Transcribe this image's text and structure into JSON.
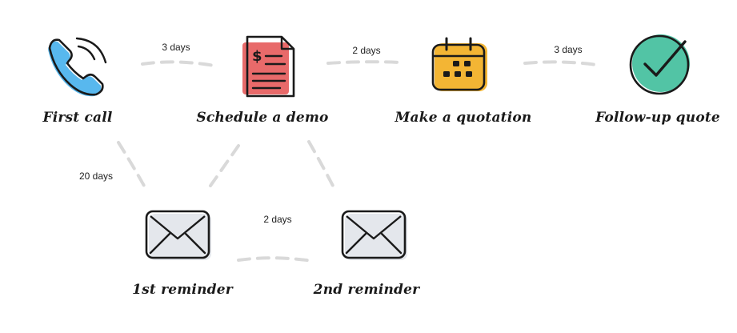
{
  "nodes": {
    "first_call": {
      "label": "First call",
      "icon": "phone-icon",
      "accent": "#58b8ee"
    },
    "schedule_demo": {
      "label": "Schedule a demo",
      "icon": "invoice-document-icon",
      "accent": "#e86a6a"
    },
    "make_quotation": {
      "label": "Make a quotation",
      "icon": "calendar-icon",
      "accent": "#f3b534"
    },
    "follow_up_quote": {
      "label": "Follow-up quote",
      "icon": "checkmark-circle-icon",
      "accent": "#52c4a5"
    },
    "reminder_1": {
      "label": "1st reminder",
      "icon": "envelope-icon",
      "accent": "#e4e7ec"
    },
    "reminder_2": {
      "label": "2nd reminder",
      "icon": "envelope-icon",
      "accent": "#e4e7ec"
    }
  },
  "edges": {
    "call_to_demo": "3 days",
    "demo_to_quotation": "2 days",
    "quotation_to_followup": "3 days",
    "call_to_reminder1": "20 days",
    "reminder1_to_reminder2": "2 days"
  }
}
